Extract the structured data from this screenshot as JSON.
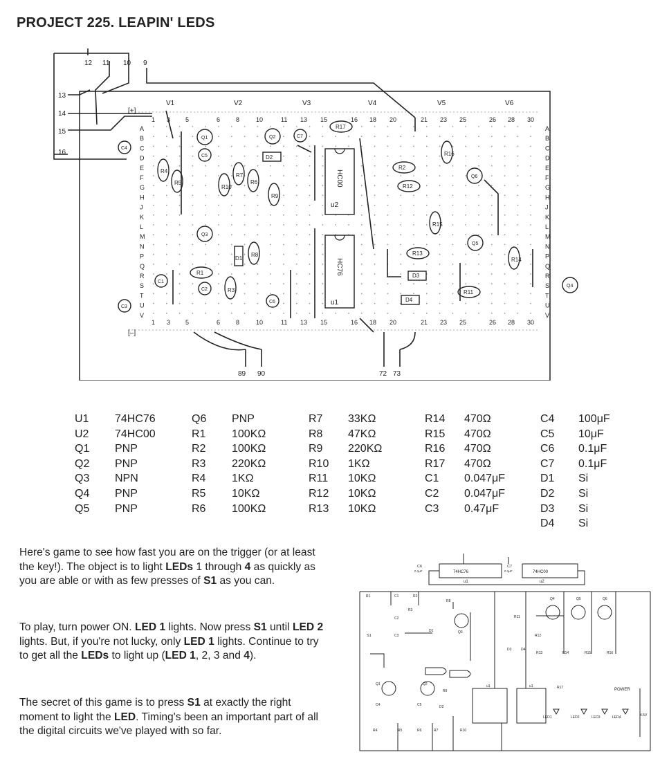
{
  "title": "PROJECT 225.  LEAPIN' LEDS",
  "board": {
    "top_terminals": [
      "12",
      "11",
      "10",
      "9"
    ],
    "left_terminals": [
      "13",
      "14",
      "15",
      "16"
    ],
    "bottom_terminals_left": [
      "89",
      "90"
    ],
    "bottom_terminals_right": [
      "72",
      "73"
    ],
    "rail_labels": [
      "V1",
      "V2",
      "V3",
      "V4",
      "V5",
      "V6"
    ],
    "plus_label": "[+]",
    "minus_label": "[–]",
    "column_numbers": [
      "1",
      "3",
      "5",
      "6",
      "8",
      "10",
      "11",
      "13",
      "15",
      "16",
      "18",
      "20",
      "21",
      "23",
      "25",
      "26",
      "28",
      "30"
    ],
    "row_letters": [
      "A",
      "B",
      "C",
      "D",
      "E",
      "F",
      "G",
      "H",
      "J",
      "K",
      "L",
      "M",
      "N",
      "P",
      "Q",
      "R",
      "S",
      "T",
      "U",
      "V"
    ],
    "ic_labels": [
      "HC00",
      "u2",
      "HC76",
      "u1"
    ],
    "resistor_labels": [
      "R1",
      "R2",
      "R3",
      "R4",
      "R5",
      "R6",
      "R7",
      "R8",
      "R9",
      "R10",
      "R11",
      "R12",
      "R13",
      "R14",
      "R15",
      "R16",
      "R17"
    ],
    "transistor_labels": [
      "Q1",
      "Q2",
      "Q3",
      "Q4",
      "Q5",
      "Q6"
    ],
    "cap_labels": [
      "C1",
      "C2",
      "C3",
      "C4",
      "C5",
      "C6",
      "C7"
    ],
    "diode_labels": [
      "D1",
      "D2",
      "D3",
      "D4"
    ]
  },
  "parts_list": [
    [
      [
        "U1",
        "74HC76"
      ],
      [
        "U2",
        "74HC00"
      ],
      [
        "Q1",
        "PNP"
      ],
      [
        "Q2",
        "PNP"
      ],
      [
        "Q3",
        "NPN"
      ],
      [
        "Q4",
        "PNP"
      ],
      [
        "Q5",
        "PNP"
      ]
    ],
    [
      [
        "Q6",
        "PNP"
      ],
      [
        "R1",
        "100KΩ"
      ],
      [
        "R2",
        "100KΩ"
      ],
      [
        "R3",
        "220KΩ"
      ],
      [
        "R4",
        "1KΩ"
      ],
      [
        "R5",
        "10KΩ"
      ],
      [
        "R6",
        "100KΩ"
      ]
    ],
    [
      [
        "R7",
        "33KΩ"
      ],
      [
        "R8",
        "47KΩ"
      ],
      [
        "R9",
        "220KΩ"
      ],
      [
        "R10",
        "1KΩ"
      ],
      [
        "R11",
        "10KΩ"
      ],
      [
        "R12",
        "10KΩ"
      ],
      [
        "R13",
        "10KΩ"
      ]
    ],
    [
      [
        "R14",
        "470Ω"
      ],
      [
        "R15",
        "470Ω"
      ],
      [
        "R16",
        "470Ω"
      ],
      [
        "R17",
        "470Ω"
      ],
      [
        "C1",
        "0.047μF"
      ],
      [
        "C2",
        "0.047μF"
      ],
      [
        "C3",
        "0.47μF"
      ]
    ],
    [
      [
        "C4",
        "100μF"
      ],
      [
        "C5",
        "10μF"
      ],
      [
        "C6",
        "0.1μF"
      ],
      [
        "C7",
        "0.1μF"
      ],
      [
        "D1",
        "Si"
      ],
      [
        "D2",
        "Si"
      ],
      [
        "D3",
        "Si"
      ],
      [
        "D4",
        "Si"
      ]
    ]
  ],
  "description": {
    "p1": "Here's game to see how fast you are on the trigger (or at least the key!).  The object is to light LEDs 1 through 4 as quickly as you are able or with as few presses of S1 as you can.",
    "p2": "To play, turn power ON.  LED 1 lights.  Now press S1 until LED 2 lights.  But, if you're not lucky, only LED 1 lights.  Continue to try to get all the LEDs to light up (LED 1, 2, 3 and 4).",
    "p3": "The secret of this game is to press S1 at exactly the right moment to light the LED.  Timing's been an important part of all the digital circuits we've played with so far."
  },
  "schematic": {
    "ic_top_left": "74HC76",
    "ic_top_left_ref": "u1",
    "ic_top_right": "74HC00",
    "ic_top_right_ref": "u2",
    "c6": "C6",
    "c6_val": "0.1μF",
    "c7": "C7",
    "c7_val": "0.1μF",
    "power_label": "POWER",
    "battery": "4.5V",
    "switch": "S1",
    "led_labels": [
      "LED1",
      "LED2",
      "LED3",
      "LED4"
    ],
    "labels_small": [
      "R1",
      "C1",
      "R2",
      "R3",
      "R8",
      "C2",
      "D1",
      "Q3",
      "C3",
      "Q1",
      "Q2",
      "C4",
      "C5",
      "R9",
      "D2",
      "R4",
      "R5",
      "R6",
      "R7",
      "R10",
      "Q4",
      "Q5",
      "Q6",
      "R11",
      "R12",
      "D3",
      "D4",
      "R13",
      "R14",
      "R15",
      "R16",
      "R17",
      "u1",
      "u1"
    ]
  }
}
